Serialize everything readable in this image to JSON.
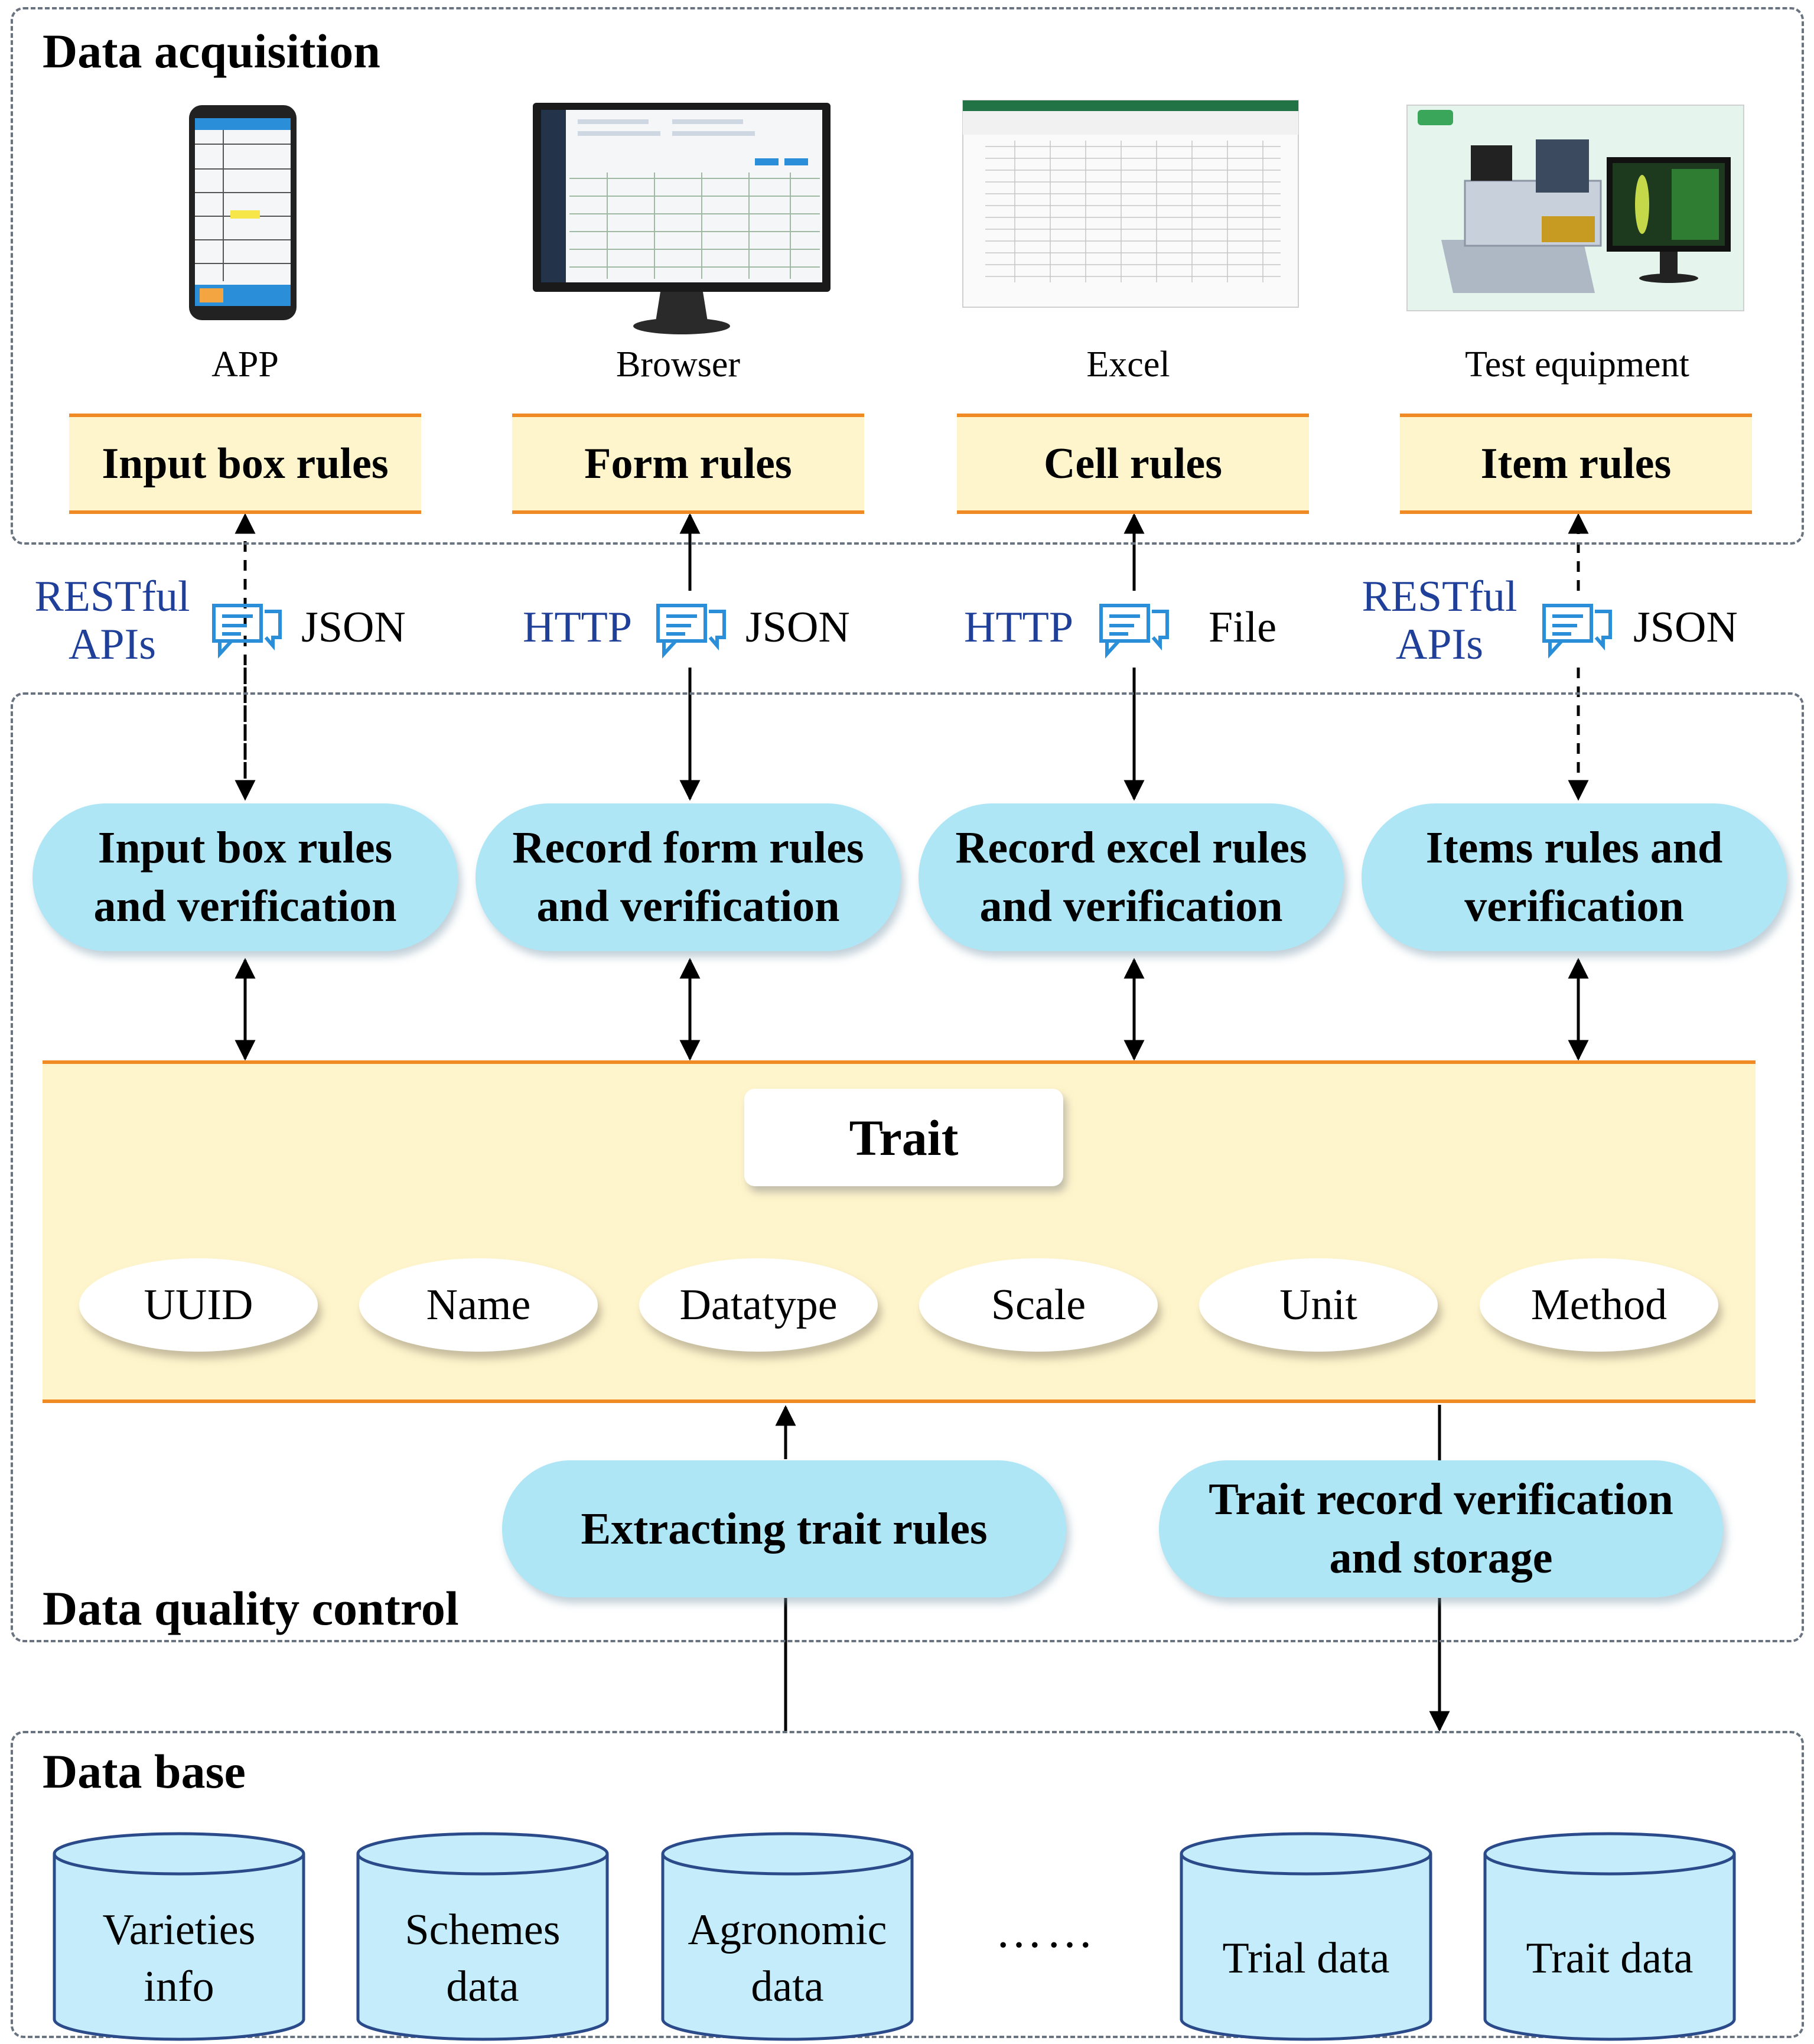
{
  "sections": {
    "acquisition": "Data acquisition",
    "quality": "Data quality control",
    "database": "Data base"
  },
  "devices": [
    {
      "label": "APP",
      "icon": "phone-app-icon"
    },
    {
      "label": "Browser",
      "icon": "monitor-browser-icon"
    },
    {
      "label": "Excel",
      "icon": "excel-sheet-icon"
    },
    {
      "label": "Test equipment",
      "icon": "test-equipment-icon"
    }
  ],
  "rules": [
    "Input box rules",
    "Form rules",
    "Cell rules",
    "Item rules"
  ],
  "protocols": [
    {
      "left": "RESTful\nAPIs",
      "right": "JSON"
    },
    {
      "left": "HTTP",
      "right": "JSON"
    },
    {
      "left": "HTTP",
      "right": "File"
    },
    {
      "left": "RESTful\nAPIs",
      "right": "JSON"
    }
  ],
  "verification": [
    "Input box rules\nand verification",
    "Record form rules\nand verification",
    "Record excel rules\nand verification",
    "Items rules and\nverification"
  ],
  "trait": {
    "title": "Trait",
    "fields": [
      "UUID",
      "Name",
      "Datatype",
      "Scale",
      "Unit",
      "Method"
    ]
  },
  "processes": {
    "extracting": "Extracting trait rules",
    "storage": "Trait record verification\nand storage"
  },
  "databases": [
    "Varieties\ninfo",
    "Schemes\ndata",
    "Agronomic\ndata",
    "Trial data",
    "Trait data"
  ],
  "ellipsis": "……",
  "colors": {
    "pill_fill": "#aee6f6",
    "rule_fill": "#fff5cc",
    "rule_border": "#f08a24",
    "protocol_blue": "#1f3f99",
    "cylinder_fill": "#c4ecfa",
    "cylinder_stroke": "#2a4a8a",
    "icon_blue": "#2b8ed8"
  }
}
